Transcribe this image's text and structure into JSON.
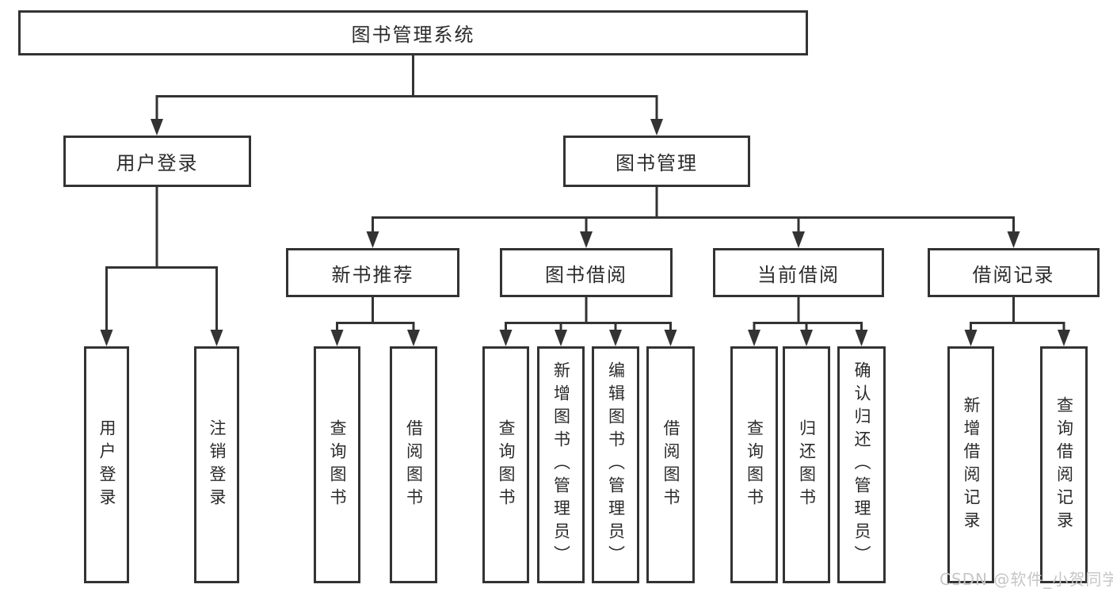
{
  "tree": {
    "root": {
      "label": "图书管理系统"
    },
    "branches": [
      {
        "label": "用户登录",
        "children": [
          {
            "label": "用户登录"
          },
          {
            "label": "注销登录"
          }
        ]
      },
      {
        "label": "图书管理",
        "children": [
          {
            "label": "新书推荐",
            "children": [
              {
                "label": "查询图书"
              },
              {
                "label": "借阅图书"
              }
            ]
          },
          {
            "label": "图书借阅",
            "children": [
              {
                "label": "查询图书"
              },
              {
                "label": "新增图书（管理员）"
              },
              {
                "label": "编辑图书（管理员）"
              },
              {
                "label": "借阅图书"
              }
            ]
          },
          {
            "label": "当前借阅",
            "children": [
              {
                "label": "查询图书"
              },
              {
                "label": "归还图书"
              },
              {
                "label": "确认归还（管理员）"
              }
            ]
          },
          {
            "label": "借阅记录",
            "children": [
              {
                "label": "新增借阅记录"
              },
              {
                "label": "查询借阅记录"
              }
            ]
          }
        ]
      }
    ]
  },
  "watermark": {
    "text": "CSDN @软件_小贺同学"
  },
  "colors": {
    "background": "#ffffff",
    "line": "#333333",
    "box_border": "#333333",
    "box_fill": "#ffffff",
    "text": "#2b2b2b",
    "watermark": "#c6c6c6"
  }
}
